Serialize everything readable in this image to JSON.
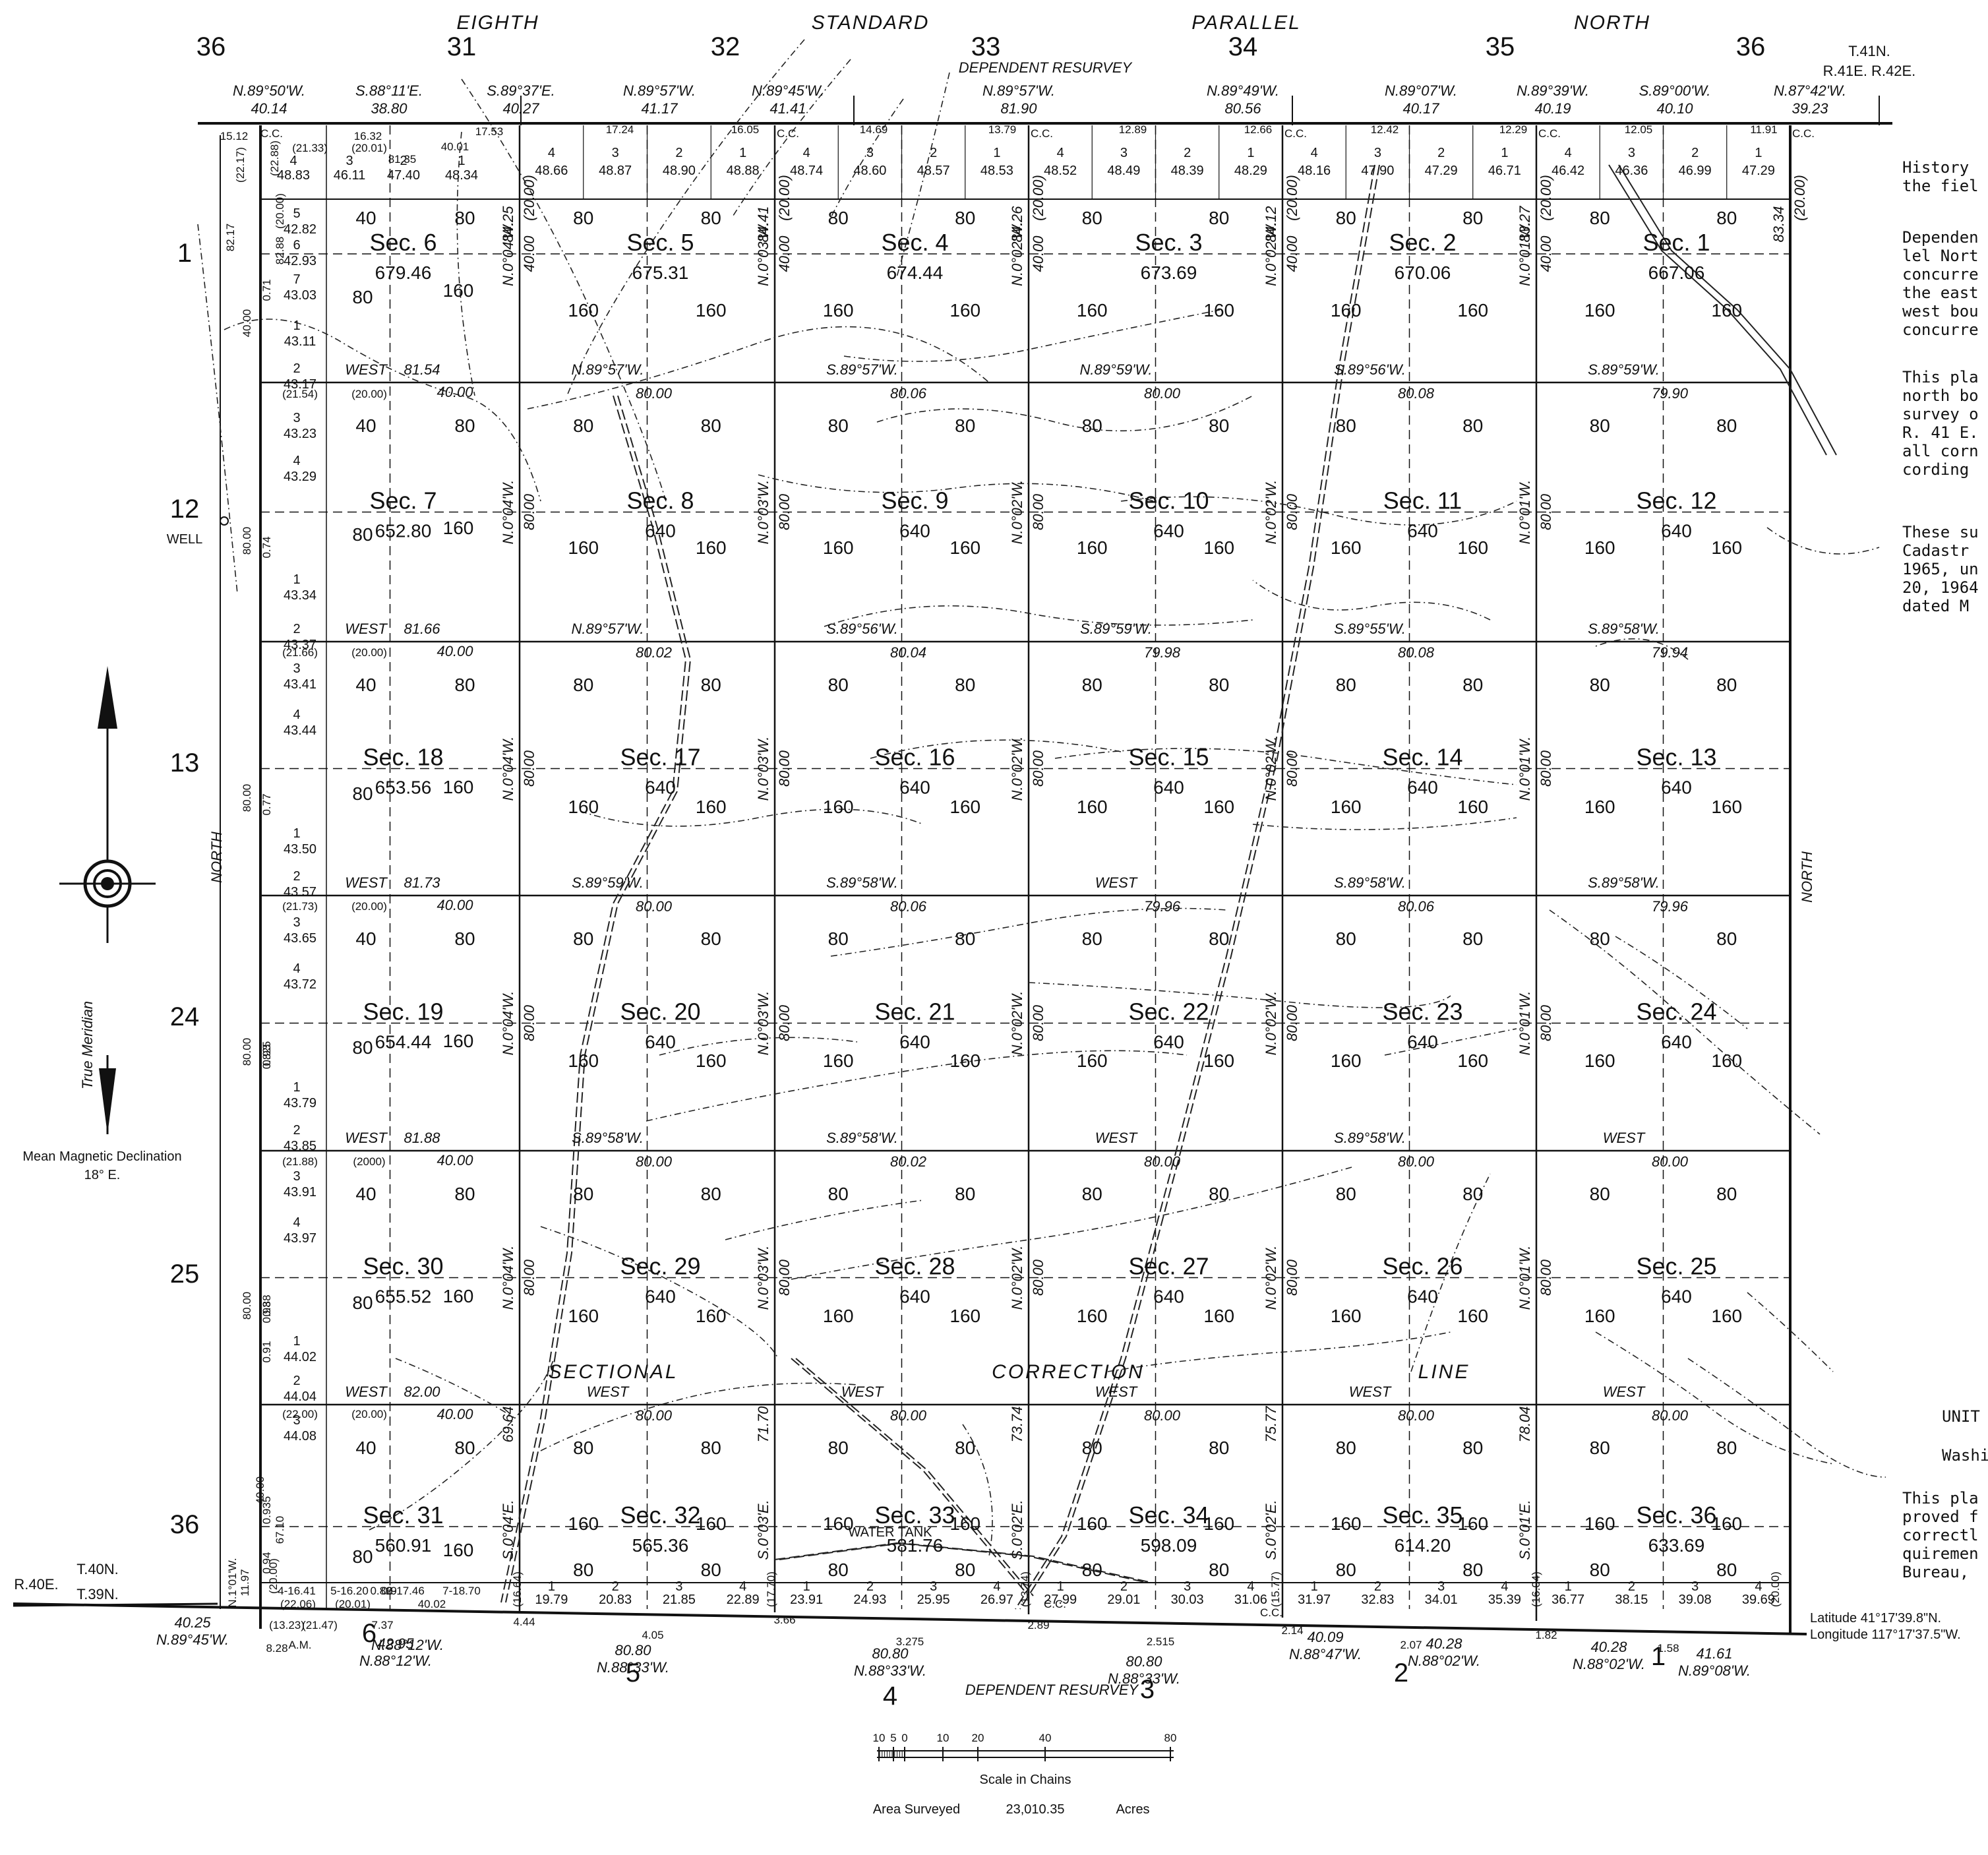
{
  "header": {
    "parallel": [
      "EIGHTH",
      "STANDARD",
      "PARALLEL",
      "NORTH"
    ],
    "top_sections": [
      "36",
      "31",
      "32",
      "33",
      "34",
      "35",
      "36"
    ],
    "bottom_sections": [
      "6",
      "5",
      "4",
      "3",
      "2",
      "1"
    ],
    "dependent_resurvey": "DEPENDENT RESURVEY"
  },
  "township": {
    "top_right": [
      "T.41N.",
      "R.41E. R.42E."
    ],
    "bottom_left": [
      "T.40N.",
      "R.40E.",
      "T.39N."
    ]
  },
  "left_numbers": [
    "1",
    "12",
    "13",
    "24",
    "25",
    "36"
  ],
  "well": "WELL",
  "meridian": {
    "true_label": "True Meridian",
    "declination_label": "Mean Magnetic Declination",
    "declination_value": "18° E."
  },
  "north_labels": [
    "NORTH",
    "NORTH"
  ],
  "corner_marks": [
    "C.C.",
    "C.C.",
    "C.C.",
    "C.C.",
    "C.C.",
    "C.C.",
    "C.C.",
    "C.C."
  ],
  "top_bearings": [
    {
      "b": "N.89°50'W.",
      "d": "40.14"
    },
    {
      "b": "S.88°11'E.",
      "d": "38.80"
    },
    {
      "b": "S.89°37'E.",
      "d": "40.27"
    },
    {
      "b": "N.89°57'W.",
      "d": "41.17"
    },
    {
      "b": "N.89°45'W.",
      "d": "41.41"
    },
    {
      "b": "N.89°57'W.",
      "d": "81.90"
    },
    {
      "b": "N.89°49'W.",
      "d": "80.56"
    },
    {
      "b": "N.89°07'W.",
      "d": "40.17"
    },
    {
      "b": "N.89°39'W.",
      "d": "40.19"
    },
    {
      "b": "S.89°00'W.",
      "d": "40.10"
    },
    {
      "b": "N.87°42'W.",
      "d": "39.23"
    }
  ],
  "top_row_lots": [
    [
      "4",
      "48.66"
    ],
    [
      "3",
      "48.87"
    ],
    [
      "2",
      "48.90"
    ],
    [
      "1",
      "48.88"
    ],
    [
      "4",
      "48.74"
    ],
    [
      "3",
      "48.60"
    ],
    [
      "2",
      "48.57"
    ],
    [
      "1",
      "48.53"
    ],
    [
      "4",
      "48.52"
    ],
    [
      "3",
      "48.49"
    ],
    [
      "2",
      "48.39"
    ],
    [
      "1",
      "48.29"
    ],
    [
      "4",
      "48.16"
    ],
    [
      "3",
      "47.90"
    ],
    [
      "2",
      "47.29"
    ],
    [
      "1",
      "46.71"
    ],
    [
      "4",
      "46.42"
    ],
    [
      "3",
      "46.36"
    ],
    [
      "2",
      "46.99"
    ],
    [
      "1",
      "47.29"
    ]
  ],
  "sec6_top_lots": [
    [
      "4",
      "48.83"
    ],
    [
      "3",
      "46.11"
    ],
    [
      "2",
      "47.40"
    ],
    [
      "1",
      "48.34"
    ]
  ],
  "top_small_numbers": [
    "15.12",
    "16.32",
    "17.53",
    "17.24",
    "16.05",
    "14.69",
    "13.79",
    "12.89",
    "12.66",
    "12.42",
    "12.29",
    "12.05",
    "11.91",
    "81.35",
    "40.01"
  ],
  "sections": [
    {
      "no": "Sec. 6",
      "ac": "679.46"
    },
    {
      "no": "Sec. 5",
      "ac": "675.31"
    },
    {
      "no": "Sec. 4",
      "ac": "674.44"
    },
    {
      "no": "Sec. 3",
      "ac": "673.69"
    },
    {
      "no": "Sec. 2",
      "ac": "670.06"
    },
    {
      "no": "Sec. 1",
      "ac": "667.06"
    },
    {
      "no": "Sec. 7",
      "ac": "652.80"
    },
    {
      "no": "Sec. 8",
      "ac": "640"
    },
    {
      "no": "Sec. 9",
      "ac": "640"
    },
    {
      "no": "Sec. 10",
      "ac": "640"
    },
    {
      "no": "Sec. 11",
      "ac": "640"
    },
    {
      "no": "Sec. 12",
      "ac": "640"
    },
    {
      "no": "Sec. 18",
      "ac": "653.56"
    },
    {
      "no": "Sec. 17",
      "ac": "640"
    },
    {
      "no": "Sec. 16",
      "ac": "640"
    },
    {
      "no": "Sec. 15",
      "ac": "640"
    },
    {
      "no": "Sec. 14",
      "ac": "640"
    },
    {
      "no": "Sec. 13",
      "ac": "640"
    },
    {
      "no": "Sec. 19",
      "ac": "654.44"
    },
    {
      "no": "Sec. 20",
      "ac": "640"
    },
    {
      "no": "Sec. 21",
      "ac": "640"
    },
    {
      "no": "Sec. 22",
      "ac": "640"
    },
    {
      "no": "Sec. 23",
      "ac": "640"
    },
    {
      "no": "Sec. 24",
      "ac": "640"
    },
    {
      "no": "Sec. 30",
      "ac": "655.52"
    },
    {
      "no": "Sec. 29",
      "ac": "640"
    },
    {
      "no": "Sec. 28",
      "ac": "640"
    },
    {
      "no": "Sec. 27",
      "ac": "640"
    },
    {
      "no": "Sec. 26",
      "ac": "640"
    },
    {
      "no": "Sec. 25",
      "ac": "640"
    },
    {
      "no": "Sec. 31",
      "ac": "560.91"
    },
    {
      "no": "Sec. 32",
      "ac": "565.36"
    },
    {
      "no": "Sec. 33",
      "ac": "581.76"
    },
    {
      "no": "Sec. 34",
      "ac": "598.09"
    },
    {
      "no": "Sec. 35",
      "ac": "614.20"
    },
    {
      "no": "Sec. 36",
      "ac": "633.69"
    }
  ],
  "quarter_acres": [
    "40",
    "80",
    "160"
  ],
  "west_lots": [
    [
      "5",
      "42.82"
    ],
    [
      "6",
      "42.93"
    ],
    [
      "7",
      "43.03"
    ],
    [
      "1",
      "43.11"
    ],
    [
      "2",
      "43.17"
    ],
    [
      "3",
      "43.23"
    ],
    [
      "4",
      "43.29"
    ],
    [
      "1",
      "43.34"
    ],
    [
      "2",
      "43.37"
    ],
    [
      "3",
      "43.41"
    ],
    [
      "4",
      "43.44"
    ],
    [
      "1",
      "43.50"
    ],
    [
      "2",
      "43.57"
    ],
    [
      "3",
      "43.65"
    ],
    [
      "4",
      "43.72"
    ],
    [
      "1",
      "43.79"
    ],
    [
      "2",
      "43.85"
    ],
    [
      "3",
      "43.91"
    ],
    [
      "4",
      "43.97"
    ],
    [
      "1",
      "44.02"
    ],
    [
      "2",
      "44.04"
    ],
    [
      "3",
      "44.08"
    ]
  ],
  "west_parens": [
    "(22.88)",
    "(21.33)",
    "(20.01)",
    "(21.54)",
    "(20.00)",
    "(21.66)",
    "(20.00)",
    "(21.73)",
    "(20.00)",
    "(21.88)",
    "(2000)",
    "(22.00)",
    "(20.00)"
  ],
  "west_small": [
    "0.71",
    "0.74",
    "0.77",
    "0.825",
    "0.88",
    "0.91",
    "0.94",
    "0.935",
    "0.93",
    "0.93",
    "82.88",
    "(20.00)",
    "82.17",
    "(22.17)",
    "40.00",
    "80.00",
    "80.00",
    "80.00",
    "80.00",
    "40.00",
    "67.10",
    "(20.00)"
  ],
  "row_bearings": [
    [
      "WEST",
      "81.54",
      "40.00",
      "N.89°57'W.",
      "S.89°57'W.",
      "N.89°59'W.",
      "S.89°56'W.",
      "S.89°59'W."
    ],
    [
      "WEST",
      "81.66",
      "40.00",
      "N.89°57'W.",
      "S.89°56'W.",
      "S.89°59'W.",
      "S.89°55'W.",
      "S.89°58'W."
    ],
    [
      "WEST",
      "81.73",
      "40.00",
      "S.89°59'W.",
      "S.89°58'W.",
      "WEST",
      "S.89°58'W.",
      "S.89°58'W."
    ],
    [
      "WEST",
      "81.88",
      "40.00",
      "S.89°58'W.",
      "S.89°58'W.",
      "WEST",
      "S.89°58'W.",
      "WEST"
    ],
    [
      "WEST",
      "82.00",
      "40.00",
      "WEST",
      "WEST",
      "WEST",
      "WEST",
      "WEST"
    ]
  ],
  "row_distances": [
    [
      "80.00",
      "80.06",
      "80.00",
      "80.08",
      "79.90"
    ],
    [
      "80.02",
      "80.04",
      "79.98",
      "80.08",
      "79.94"
    ],
    [
      "80.00",
      "80.06",
      "79.96",
      "80.06",
      "79.96"
    ],
    [
      "80.00",
      "80.02",
      "80.00",
      "80.00",
      "80.00"
    ],
    [
      "80.00",
      "80.00",
      "80.00",
      "80.00",
      "80.00"
    ]
  ],
  "meridian_bearings": [
    "N.0°04'W.",
    "N.0°03'W.",
    "N.0°02'W.",
    "N.0°02'W.",
    "N.0°01'W."
  ],
  "meridian_tops": [
    "84.25",
    "84.41",
    "84.26",
    "84.12",
    "83.27",
    "83.34"
  ],
  "meridian_side": [
    "(20.00)",
    "40.00",
    "80.00"
  ],
  "bottom_meridians": [
    [
      "S.0°04'E.",
      "69.64"
    ],
    [
      "S.0°03'E.",
      "71.70"
    ],
    [
      "S.0°02'E.",
      "73.74"
    ],
    [
      "S.0°02'E.",
      "75.77"
    ],
    [
      "S.0°01'E.",
      "78.04"
    ]
  ],
  "bottom_lots": [
    [
      "1",
      "19.79"
    ],
    [
      "2",
      "20.83"
    ],
    [
      "3",
      "21.85"
    ],
    [
      "4",
      "22.89"
    ],
    [
      "1",
      "23.91"
    ],
    [
      "2",
      "24.93"
    ],
    [
      "3",
      "25.95"
    ],
    [
      "4",
      "26.97"
    ],
    [
      "1",
      "27.99"
    ],
    [
      "2",
      "29.01"
    ],
    [
      "3",
      "30.03"
    ],
    [
      "4",
      "31.06"
    ],
    [
      "1",
      "31.97"
    ],
    [
      "2",
      "32.83"
    ],
    [
      "3",
      "34.01"
    ],
    [
      "4",
      "35.39"
    ],
    [
      "1",
      "36.77"
    ],
    [
      "2",
      "38.15"
    ],
    [
      "3",
      "39.08"
    ],
    [
      "4",
      "39.69"
    ]
  ],
  "sec31_bottom": [
    "4-16.41",
    "(22.06)",
    "5-16.20",
    "(20.01)",
    "6-17.46",
    "40.02",
    "7-18.70",
    "0.82",
    "0.9"
  ],
  "bottom_small": [
    "4.44",
    "3.66",
    "2.89",
    "2.14",
    "1.82",
    "(15.77)",
    "(16.04)",
    "(13.74)",
    "(17.70)",
    "(16.64)",
    "(13.23)",
    "(21.47)",
    "A.M.",
    "8.28",
    "7.37",
    "4.05",
    "3.275",
    "2.515",
    "2.07",
    "1.58",
    "(20.00)"
  ],
  "bottom_bearings": [
    {
      "b": "N.89°45'W.",
      "d": "40.25"
    },
    {
      "b": "N.88°12'W.",
      "d": "42.95"
    },
    {
      "b": "N.88°12'W.",
      "d": "77.65"
    },
    {
      "b": "N.88°33'W.",
      "d": "80.80"
    },
    {
      "b": "N.88°33'W.",
      "d": "80.80"
    },
    {
      "b": "N.88°33'W.",
      "d": "80.80"
    },
    {
      "b": "N.88°47'W.",
      "d": "40.09"
    },
    {
      "b": "N.88°02'W.",
      "d": "40.28"
    },
    {
      "b": "N.88°02'W.",
      "d": "40.28"
    },
    {
      "b": "N.89°08'W.",
      "d": "41.61"
    }
  ],
  "bottom_leftside": [
    "N.1°01'W.",
    "11.97"
  ],
  "water_tank": "WATER TANK",
  "correction_line": [
    "SECTIONAL",
    "CORRECTION",
    "LINE"
  ],
  "coords": [
    "Latitude 41°17'39.8\"N.",
    "Longitude 117°17'37.5\"W."
  ],
  "scale": {
    "ticks": [
      "10",
      "5",
      "0",
      "10",
      "20",
      "40",
      "80"
    ],
    "label": "Scale in Chains",
    "area_label": "Area Surveyed",
    "area_value": "23,010.35",
    "area_unit": "Acres"
  },
  "side_notes": {
    "block1": [
      "History",
      "the fiel"
    ],
    "block2": [
      "Dependen",
      "lel Nort",
      "concurre",
      "the east",
      "west bou",
      "concurre"
    ],
    "block3": [
      "This pla",
      "north bo",
      "survey o",
      "R. 41 E.",
      "all corn",
      "cording"
    ],
    "block4": [
      "These su",
      "Cadastr",
      "1965, un",
      "20, 1964",
      "dated M"
    ],
    "block5": [
      "UNIT",
      "Washi"
    ],
    "block6": [
      "This pla",
      "proved f",
      "correctl",
      "quiremen",
      "Bureau,"
    ]
  }
}
